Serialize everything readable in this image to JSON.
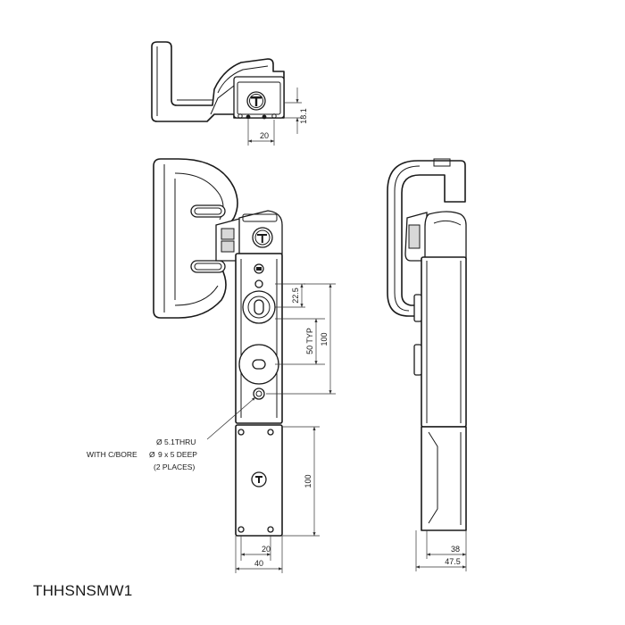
{
  "model_code": "THHSNSMW1",
  "dimensions": {
    "top_height": "18.1",
    "top_width": "20",
    "hole_spacing": "22.5",
    "typ_spacing": "50 TYP",
    "total_upper": "100",
    "lower_length": "100",
    "lower_inner_width": "20",
    "lower_outer_width": "40",
    "side_inner": "38",
    "side_outer": "47.5"
  },
  "note": {
    "line1": "5.1THRU",
    "line2_prefix": "WITH C/BORE",
    "line2_value": "9 x 5 DEEP",
    "line3": "(2 PLACES)",
    "diameter_symbol": "Ø"
  }
}
